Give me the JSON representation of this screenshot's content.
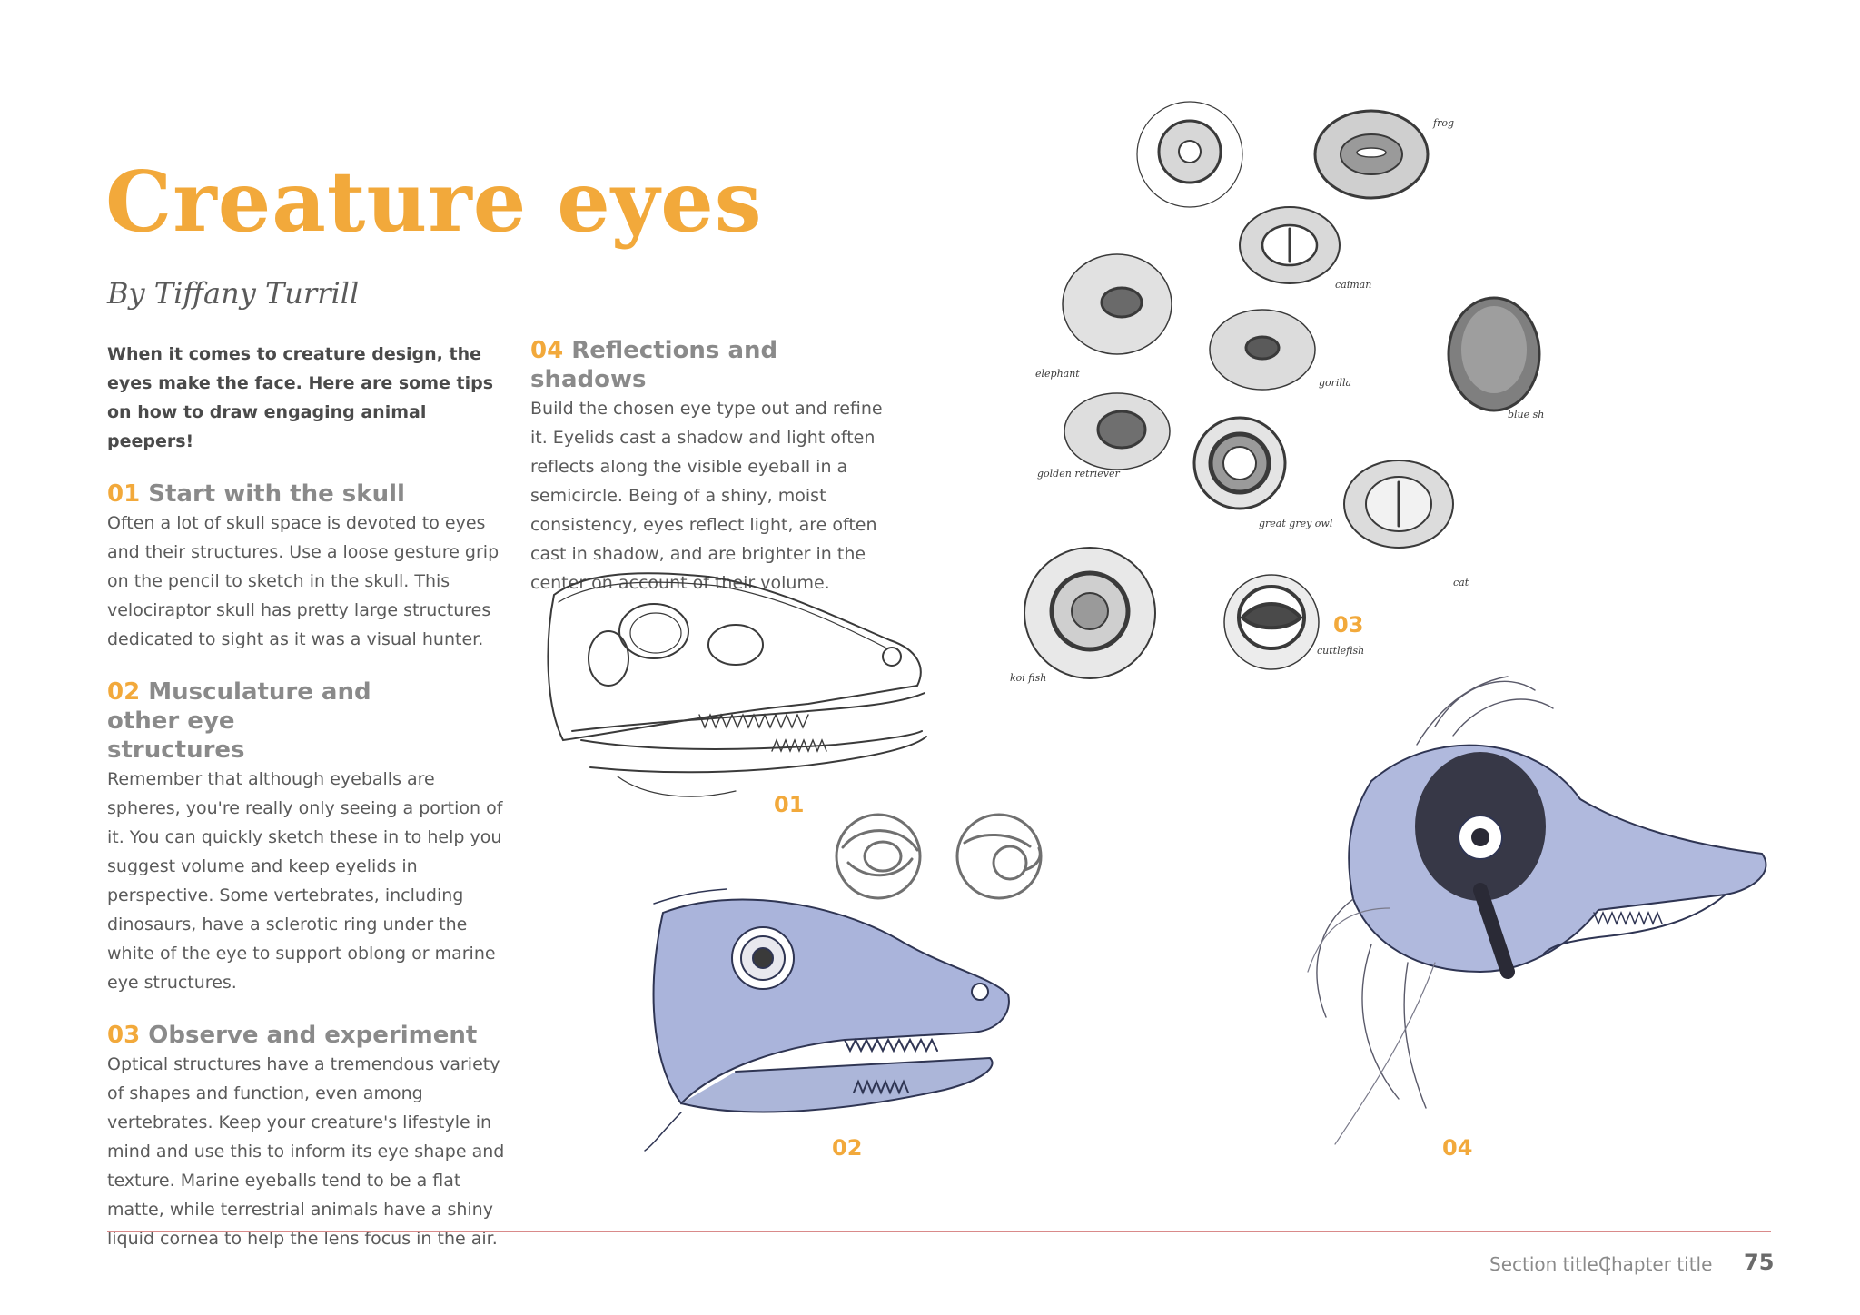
{
  "title": "Creature eyes",
  "byline": "By Tiffany Turrill",
  "intro": "When it comes to creature design, the eyes make the face. Here are some tips on how to draw engaging animal peepers!",
  "sections": [
    {
      "num": "01",
      "title": "Start with the skull",
      "body": "Often a lot of skull space is devoted to eyes and their structures. Use a loose gesture grip on the pencil to sketch in the skull. This velociraptor skull has pretty large structures dedicated to sight as it was a visual hunter."
    },
    {
      "num": "02",
      "title": "Musculature and other eye structures",
      "body": "Remember that although eyeballs are spheres, you're really only seeing a portion of it. You can quickly sketch these in to help you suggest volume and keep eyelids in perspective. Some vertebrates, including dinosaurs, have a sclerotic ring under the white of the eye to support oblong or marine eye structures."
    },
    {
      "num": "03",
      "title": "Observe and experiment",
      "body": "Optical structures have a tremendous variety of shapes and function, even among vertebrates. Keep your creature's lifestyle in mind and use this to inform its eye shape and texture. Marine eyeballs tend to be a flat matte, while terrestrial animals have a shiny liquid cornea to help the lens focus in the air."
    },
    {
      "num": "04",
      "title": "Reflections and shadows",
      "body": "Build the chosen eye type out and refine it. Eyelids cast a shadow and light often reflects along the visible eyeball in a semicircle. Being of a shiny, moist consistency, eyes reflect light, are often cast in shadow, and are brighter in the center on account of their volume."
    }
  ],
  "figure_labels": {
    "f01": "01",
    "f02": "02",
    "f03": "03",
    "f04": "04"
  },
  "sketch_notes": {
    "frog": "frog",
    "caiman": "caiman",
    "elephant": "elephant",
    "gorilla": "gorilla",
    "blue_shark": "blue shark",
    "golden_retriever": "golden retriever",
    "great_grey_owl": "great grey owl",
    "cat": "cat",
    "cuttlefish": "cuttlefish",
    "koi_fish": "koi fish"
  },
  "footer": {
    "section": "Section title |",
    "chapter": "Chapter title",
    "page": "75"
  },
  "colors": {
    "accent": "#f2a93b",
    "text": "#5a5a5a",
    "rule": "#d98a8a",
    "ink": "#3a3a3a",
    "wash": "#7f8fc4"
  }
}
